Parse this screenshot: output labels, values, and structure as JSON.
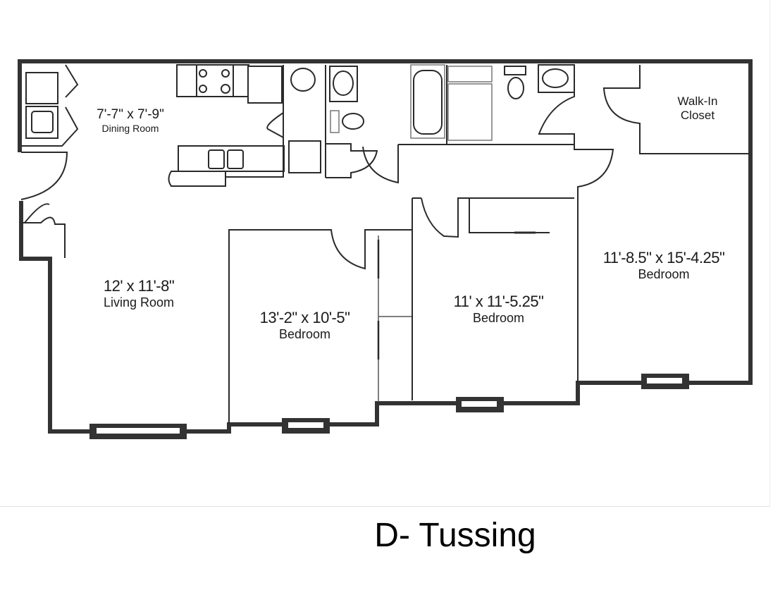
{
  "plan": {
    "title": "D- Tussing",
    "rooms": [
      {
        "id": "dining",
        "dimensions": "7'-7\" x 7'-9\"",
        "name": "Dining Room"
      },
      {
        "id": "living",
        "dimensions": "12' x 11'-8\"",
        "name": "Living Room"
      },
      {
        "id": "bedroom1",
        "dimensions": "13'-2\" x 10'-5\"",
        "name": "Bedroom"
      },
      {
        "id": "bedroom2",
        "dimensions": "11' x 11'-5.25\"",
        "name": "Bedroom"
      },
      {
        "id": "bedroom3",
        "dimensions": "11'-8.5\" x 15'-4.25\"",
        "name": "Bedroom"
      },
      {
        "id": "closet",
        "dimensions": "",
        "name_line1": "Walk-In",
        "name_line2": "Closet"
      }
    ],
    "colors": {
      "wall": "#333333",
      "background": "#ffffff",
      "text": "#1a1a1a"
    }
  }
}
